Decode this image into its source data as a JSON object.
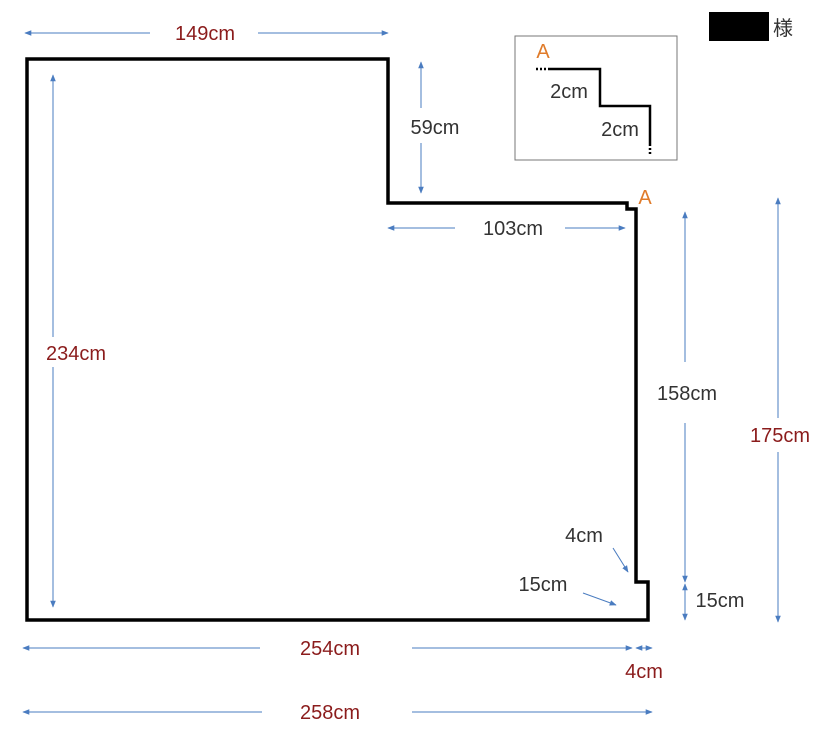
{
  "customer": {
    "suffix": "様"
  },
  "dimensions": {
    "top_width": "149cm",
    "notch_height": "59cm",
    "notch_width": "103cm",
    "left_height": "234cm",
    "right_height": "158cm",
    "total_right_height": "175cm",
    "step_width": "4cm",
    "step_height": "15cm",
    "bottom_step_height": "15cm",
    "bottom_width": "254cm",
    "bottom_extra": "4cm",
    "total_width": "258cm"
  },
  "detail": {
    "marker": "A",
    "step1": "2cm",
    "step2": "2cm"
  },
  "colors": {
    "label_red": "#8b1c1c",
    "label_dark": "#333333",
    "marker_orange": "#e07b2a",
    "dimension_line": "#4a7cc0",
    "redaction": "#000000"
  }
}
